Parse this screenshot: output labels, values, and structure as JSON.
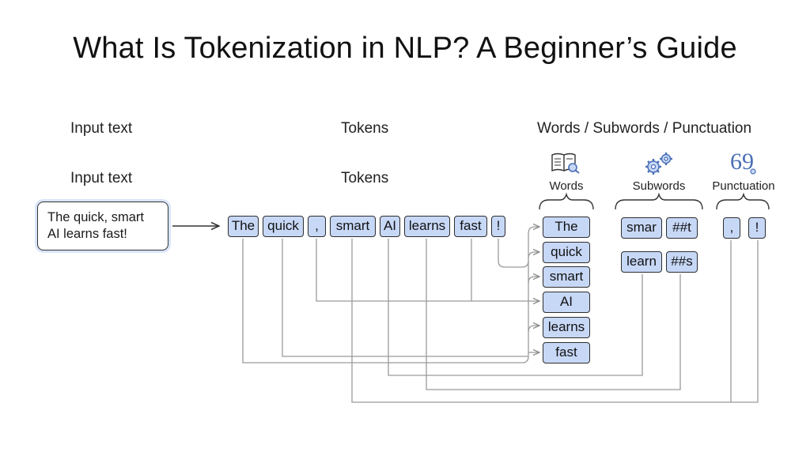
{
  "title": "What Is Tokenization in NLP? A Beginner’s Guide",
  "headers": {
    "input_top": "Input text",
    "tokens_top": "Tokens",
    "categories_top": "Words / Subwords / Punctuation",
    "input_second": "Input text",
    "tokens_second": "Tokens"
  },
  "input_text": {
    "line1": "The quick, smart",
    "line2": "AI learns fast!"
  },
  "tokens": [
    "The",
    "quick",
    ",",
    "smart",
    "AI",
    "learns",
    "fast",
    "!"
  ],
  "groups": {
    "words": {
      "label": "Words",
      "icon": "book-magnifier-icon",
      "items": [
        "The",
        "quick",
        "smart",
        "AI",
        "learns",
        "fast"
      ]
    },
    "subwords": {
      "label": "Subwords",
      "icon": "gears-icon",
      "items": [
        "smar",
        "##t",
        "learn",
        "##s"
      ]
    },
    "punctuation": {
      "label": "Punctuation",
      "icon": "quote-marks-icon",
      "items": [
        ",",
        "!"
      ]
    }
  },
  "colors": {
    "token_fill": "#c7d8f7",
    "border": "#2d2d2d",
    "connector": "#9a9a9a",
    "icon_accent": "#4a6fb5"
  }
}
